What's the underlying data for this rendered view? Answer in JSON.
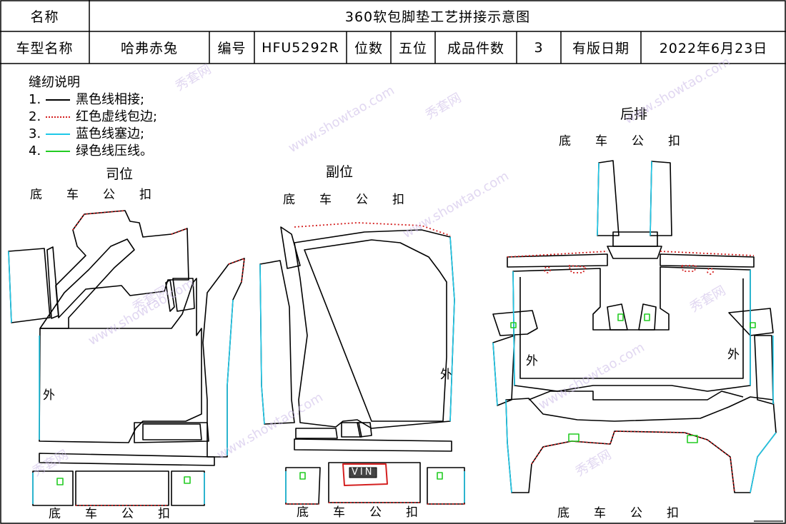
{
  "header": {
    "name_label": "名称",
    "title": "360软包脚垫工艺拼接示意图",
    "model_label": "车型名称",
    "model_value": "哈弗赤兔",
    "code_label": "编号",
    "code_value": "HFU5292R",
    "seats_label": "位数",
    "seats_value": "五位",
    "count_label": "成品件数",
    "count_value": "3",
    "date_label": "有版日期",
    "date_value": "2022年6月23日"
  },
  "legend": {
    "title": "缝纫说明",
    "items": [
      {
        "num": "1.",
        "text": "黑色线相接;",
        "color": "#000000",
        "style": "solid"
      },
      {
        "num": "2.",
        "text": "红色虚线包边;",
        "color": "#d42020",
        "style": "dotted"
      },
      {
        "num": "3.",
        "text": "蓝色线塞边;",
        "color": "#1ec8e8",
        "style": "solid"
      },
      {
        "num": "4.",
        "text": "绿色线压线。",
        "color": "#22cc22",
        "style": "solid"
      }
    ]
  },
  "sections": {
    "driver": {
      "title": "司位",
      "top_label": "底　　车　　公　　扣",
      "bottom_label": "底　　车　　公　　扣",
      "side_label": "外"
    },
    "passenger": {
      "title": "副位",
      "top_label": "底　　车　　公　　扣",
      "bottom_label": "底　　车　　公　　扣",
      "side_label": "外",
      "vin_label": "VIN"
    },
    "rear": {
      "title": "后排",
      "top_label": "底　　车　　公　　扣",
      "bottom_label": "底　　车　　公　　扣",
      "side_left_label": "外",
      "side_right_label": "外"
    }
  },
  "colors": {
    "black_line": "#000000",
    "red_edge": "#d42020",
    "blue_edge": "#1ec8e8",
    "green_mark": "#22cc22",
    "watermark": "#c9b8e6"
  },
  "watermark": {
    "text_a": "秀套网",
    "text_b": "www.showtao.com"
  }
}
